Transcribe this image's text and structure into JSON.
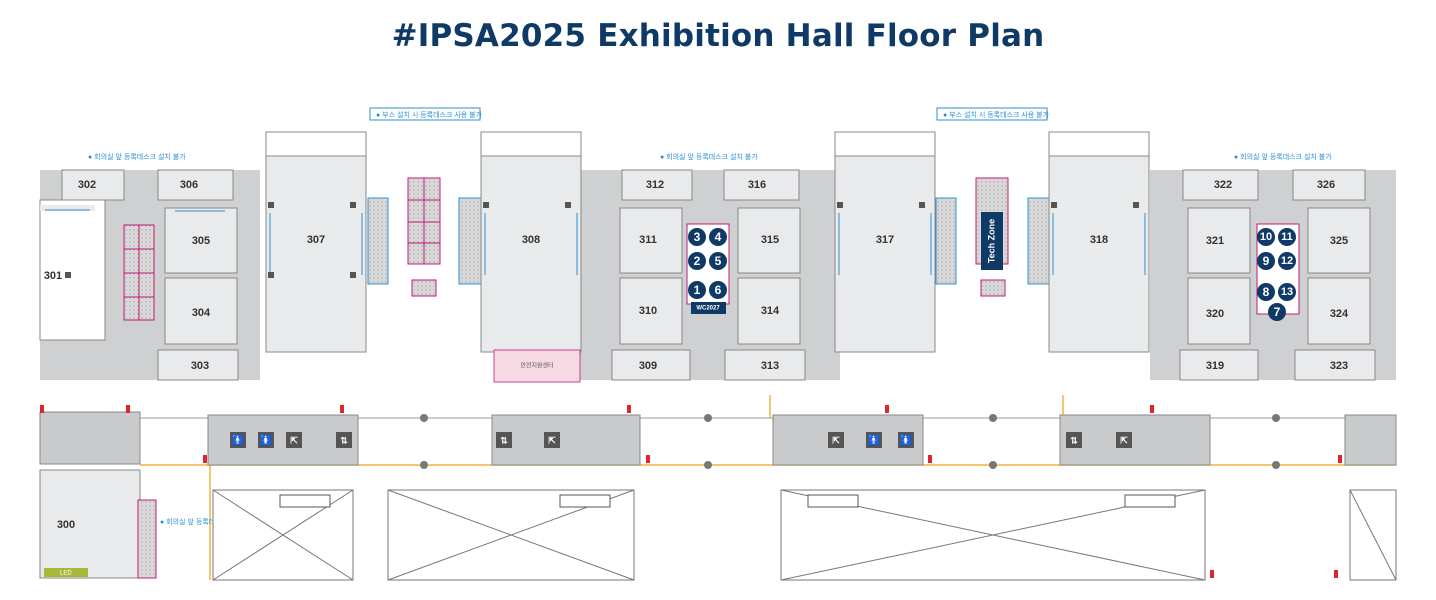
{
  "title": "#IPSA2025 Exhibition Hall Floor Plan",
  "rooms": [
    {
      "id": "300",
      "label": "300"
    },
    {
      "id": "301",
      "label": "301"
    },
    {
      "id": "302",
      "label": "302"
    },
    {
      "id": "303",
      "label": "303"
    },
    {
      "id": "304",
      "label": "304"
    },
    {
      "id": "305",
      "label": "305"
    },
    {
      "id": "306",
      "label": "306"
    },
    {
      "id": "307",
      "label": "307"
    },
    {
      "id": "308",
      "label": "308"
    },
    {
      "id": "309",
      "label": "309"
    },
    {
      "id": "310",
      "label": "310"
    },
    {
      "id": "311",
      "label": "311"
    },
    {
      "id": "312",
      "label": "312"
    },
    {
      "id": "313",
      "label": "313"
    },
    {
      "id": "314",
      "label": "314"
    },
    {
      "id": "315",
      "label": "315"
    },
    {
      "id": "316",
      "label": "316"
    },
    {
      "id": "317",
      "label": "317"
    },
    {
      "id": "318",
      "label": "318"
    },
    {
      "id": "319",
      "label": "319"
    },
    {
      "id": "320",
      "label": "320"
    },
    {
      "id": "321",
      "label": "321"
    },
    {
      "id": "322",
      "label": "322"
    },
    {
      "id": "323",
      "label": "323"
    },
    {
      "id": "324",
      "label": "324"
    },
    {
      "id": "325",
      "label": "325"
    },
    {
      "id": "326",
      "label": "326"
    }
  ],
  "booths": [
    "1",
    "2",
    "3",
    "4",
    "5",
    "6",
    "7",
    "8",
    "9",
    "10",
    "11",
    "12",
    "13"
  ],
  "labels": {
    "tech_zone": "Tech Zone",
    "wc_label": "WC2027",
    "led": "LED",
    "center_label": "안전지원센터",
    "note_booth_desk": "● 부스 설치 시 등록데스크 사용 불가",
    "note_lounge_desk": "● 회의실 앞 등록데스크 설치 불가",
    "note_300": "● 회의실 앞 등록데스크 설치 불가"
  },
  "colors": {
    "title": "#0f3a66",
    "badge": "#0f3a66",
    "corridor_line": "#f2b33d",
    "room_fill": "#e9eaeb",
    "gray_fill": "#c9cacc",
    "booth_accent": "#c2187a",
    "note_blue": "#2a8fd6",
    "pink_fill": "#f7d9e4"
  },
  "icons": [
    "restroom-male-icon",
    "restroom-female-icon",
    "emergency-exit-icon",
    "elevator-icon",
    "fire-extinguisher-icon"
  ]
}
